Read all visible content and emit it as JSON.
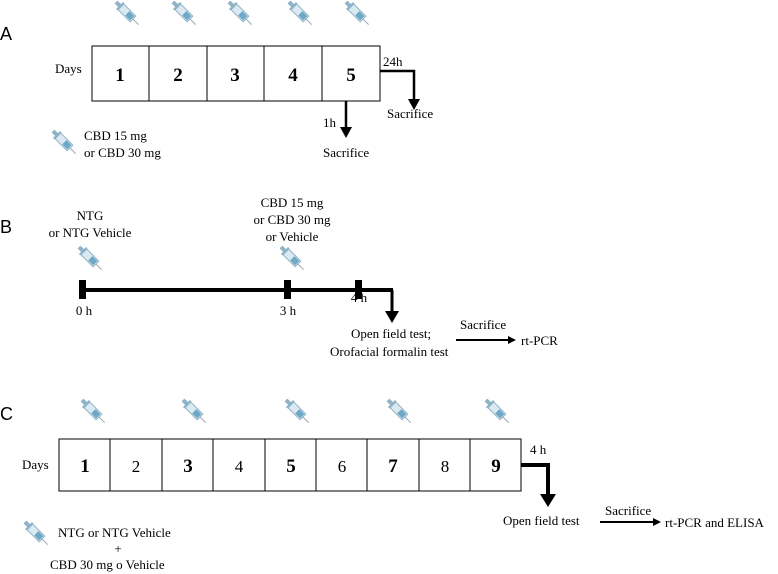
{
  "panel_a": {
    "letter": "A",
    "days_label": "Days",
    "days": [
      "1",
      "2",
      "3",
      "4",
      "5"
    ],
    "label_24h": "24h",
    "label_1h": "1h",
    "sacrifice_24h": "Sacrifice",
    "sacrifice_1h": "Sacrifice",
    "legend_line1": "CBD 15 mg",
    "legend_line2": "or CBD 30 mg",
    "legend_icon": "syringe-icon"
  },
  "panel_b": {
    "letter": "B",
    "ntg_line1": "NTG",
    "ntg_line2": "or NTG Vehicle",
    "cbd_line1": "CBD 15 mg",
    "cbd_line2": "or CBD 30 mg",
    "cbd_line3": "or Vehicle",
    "time_0": "0 h",
    "time_3": "3 h",
    "time_4": "4 h",
    "test_line1": "Open field test;",
    "test_line2": "Orofacial formalin test",
    "sacrifice": "Sacrifice",
    "rtpcr": "rt-PCR"
  },
  "panel_c": {
    "letter": "C",
    "days_label": "Days",
    "days": [
      "1",
      "2",
      "3",
      "4",
      "5",
      "6",
      "7",
      "8",
      "9"
    ],
    "label_4h": "4 h",
    "test": "Open field test",
    "sacrifice": "Sacrifice",
    "result": "rt-PCR and ELISA",
    "legend_line1": "NTG or NTG Vehicle",
    "legend_plus": "+",
    "legend_line3": "CBD 30 mg o Vehicle"
  },
  "colors": {
    "syringe_body": "#dbeaf2",
    "syringe_outline": "#8fb3c6",
    "syringe_liquid": "#6fa8c7",
    "line": "#000000"
  }
}
